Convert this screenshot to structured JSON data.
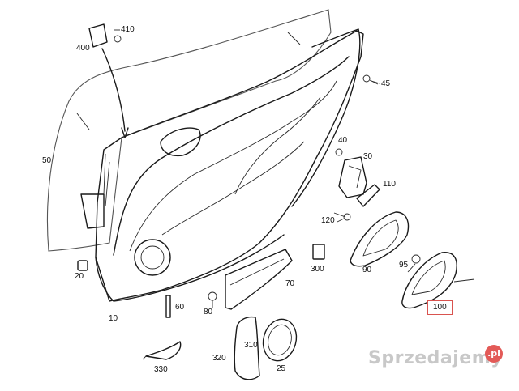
{
  "parts": {
    "p410": "410",
    "p400": "400",
    "p45": "45",
    "p50": "50",
    "p40": "40",
    "p30": "30",
    "p110": "110",
    "p120": "120",
    "p300": "300",
    "p90": "90",
    "p95": "95",
    "p20": "20",
    "p70": "70",
    "p60": "60",
    "p80": "80",
    "p10": "10",
    "p100": "100",
    "p320": "320",
    "p310": "310",
    "p25": "25",
    "p330": "330"
  },
  "highlight": {
    "part": "100",
    "color": "#d9534f"
  },
  "watermark": {
    "text": "Sprzedajemy",
    "badge": ".pl",
    "badge_color": "#e35a57"
  }
}
